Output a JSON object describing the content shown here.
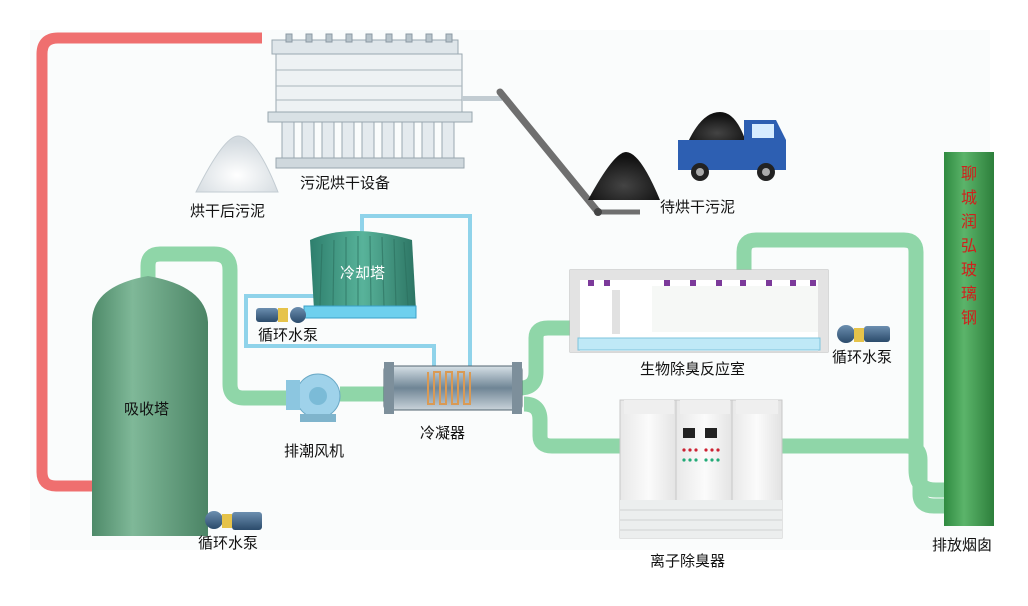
{
  "labels": {
    "dryer": "污泥烘干设备",
    "dried_sludge": "烘干后污泥",
    "wet_sludge": "待烘干污泥",
    "cooling_tower": "冷却塔",
    "pump_cooling": "循环水泵",
    "absorption_tower": "吸收塔",
    "exhaust_fan": "排潮风机",
    "condenser": "冷凝器",
    "bio_reactor": "生物除臭反应室",
    "pump_bio": "循环水泵",
    "ion_deodorizer": "离子除臭器",
    "pump_tower": "循环水泵",
    "chimney": "排放烟囱"
  },
  "chimney_brand": "聊城润弘玻璃钢",
  "colors": {
    "hot_pipe": "#ef6f6f",
    "gas_pipe": "#8fd6a8",
    "water_pipe": "#8fd3ea",
    "tower": "#6aa383",
    "chimney": "#3f9c50",
    "brand_text": "#d0201c"
  }
}
